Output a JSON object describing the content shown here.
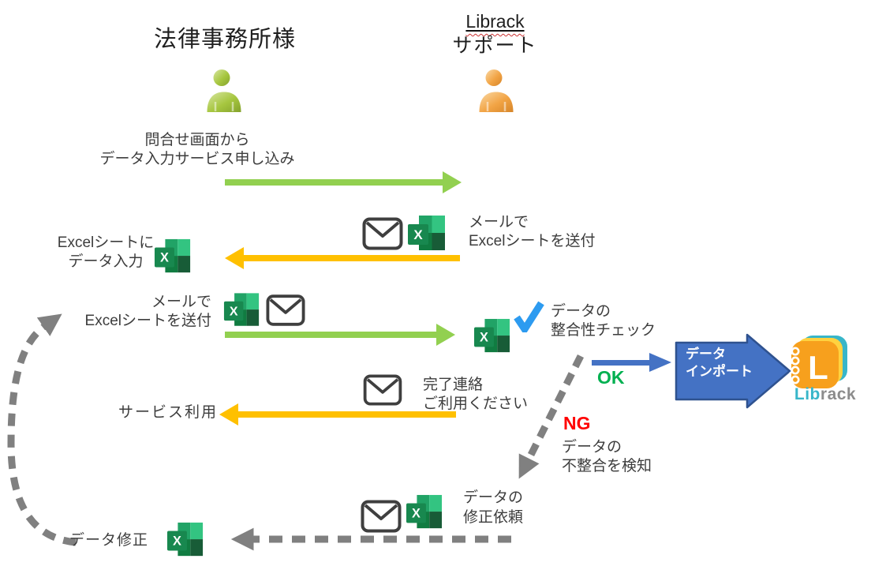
{
  "colors": {
    "green_arrow": "#92D050",
    "yellow_arrow": "#FFC000",
    "gray_arrow": "#808080",
    "blue": "#4472C4",
    "blue_dark": "#2F528F",
    "ok_green": "#00B050",
    "ng_red": "#FF0000",
    "check_blue": "#2D9BF0",
    "excel_green": "#107C41",
    "librack_orange": "#F7A01D",
    "librack_teal": "#38B6C9",
    "librack_yellow": "#FFD23F",
    "librack_gray": "#8C8C8C"
  },
  "icons": {
    "mail": "envelope-outline",
    "excel": "excel-sheet-with-x",
    "check": "blue-checkmark",
    "person_left": "green-person-silhouette",
    "person_right": "orange-person-silhouette",
    "import_shape": "blue-block-arrow-right",
    "logo": "librack-stacked-cards-logo"
  },
  "actors": {
    "customer": {
      "title": "法律事務所様"
    },
    "support": {
      "name": "Librack",
      "role": "サポート"
    }
  },
  "flow": {
    "apply": {
      "line1": "問合せ画面から",
      "line2": "データ入力サービス申し込み"
    },
    "send_sheet": {
      "line1": "メールで",
      "line2": "Excelシートを送付"
    },
    "data_input": {
      "line1": "Excelシートに",
      "line2": "データ入力"
    },
    "return_sheet": {
      "line1": "メールで",
      "line2": "Excelシートを送付"
    },
    "integrity_check": {
      "line1": "データの",
      "line2": "整合性チェック"
    },
    "ok_label": "OK",
    "data_import": {
      "line1": "データ",
      "line2": "インポート"
    },
    "completion": {
      "line1": "完了連絡",
      "line2": "ご利用ください"
    },
    "service_use": "サービス利用",
    "ng_label": "NG",
    "mismatch": {
      "line1": "データの",
      "line2": "不整合を検知"
    },
    "fix_request": {
      "line1": "データの",
      "line2": "修正依頼"
    },
    "data_fix": "データ修正"
  },
  "logo": {
    "letter": "L",
    "name_head": "Lib",
    "name_tail": "rack"
  },
  "excel_letter": "X"
}
